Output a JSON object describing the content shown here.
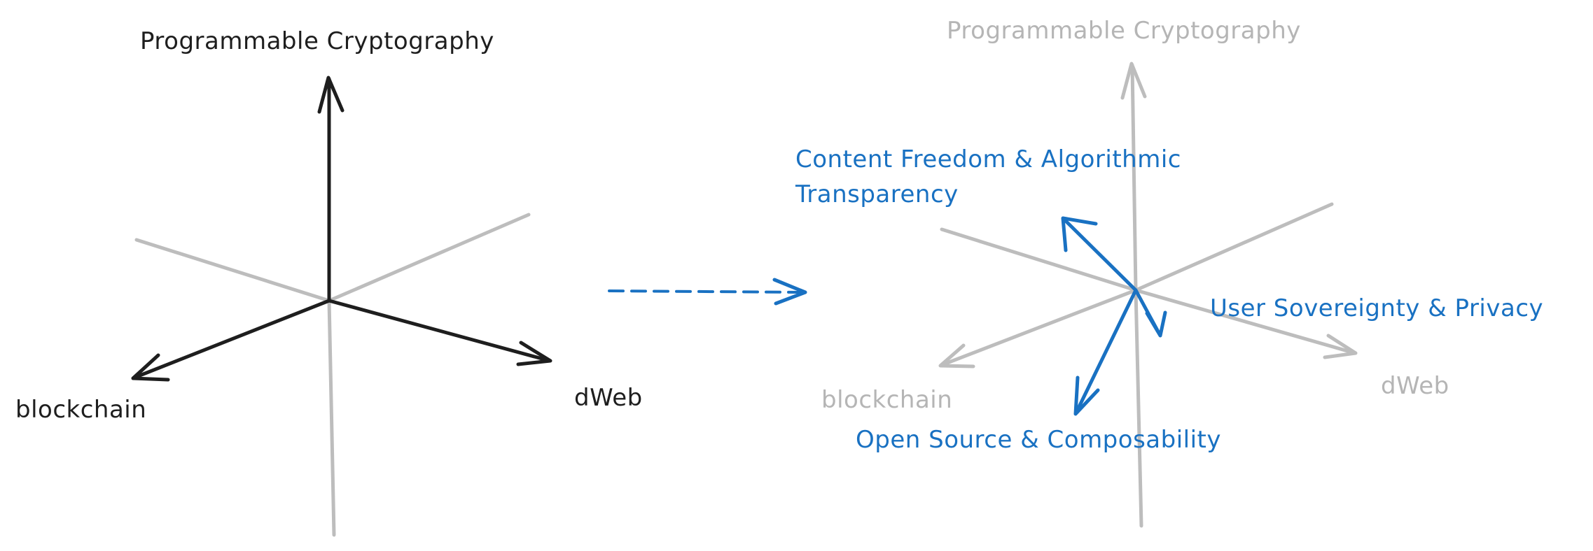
{
  "left_diagram": {
    "top_label": "Programmable Cryptography",
    "left_label": "blockchain",
    "right_label": "dWeb"
  },
  "right_diagram": {
    "top_label": "Programmable Cryptography",
    "left_label": "blockchain",
    "right_label": "dWeb",
    "content_label_line1": "Content Freedom & Algorithmic",
    "content_label_line2": "Transparency",
    "user_label": "User Sovereignty & Privacy",
    "open_label": "Open Source & Composability"
  },
  "colors": {
    "dark": "#1e1e1e",
    "grey": "#bdbdbd",
    "blue": "#1971c2"
  }
}
